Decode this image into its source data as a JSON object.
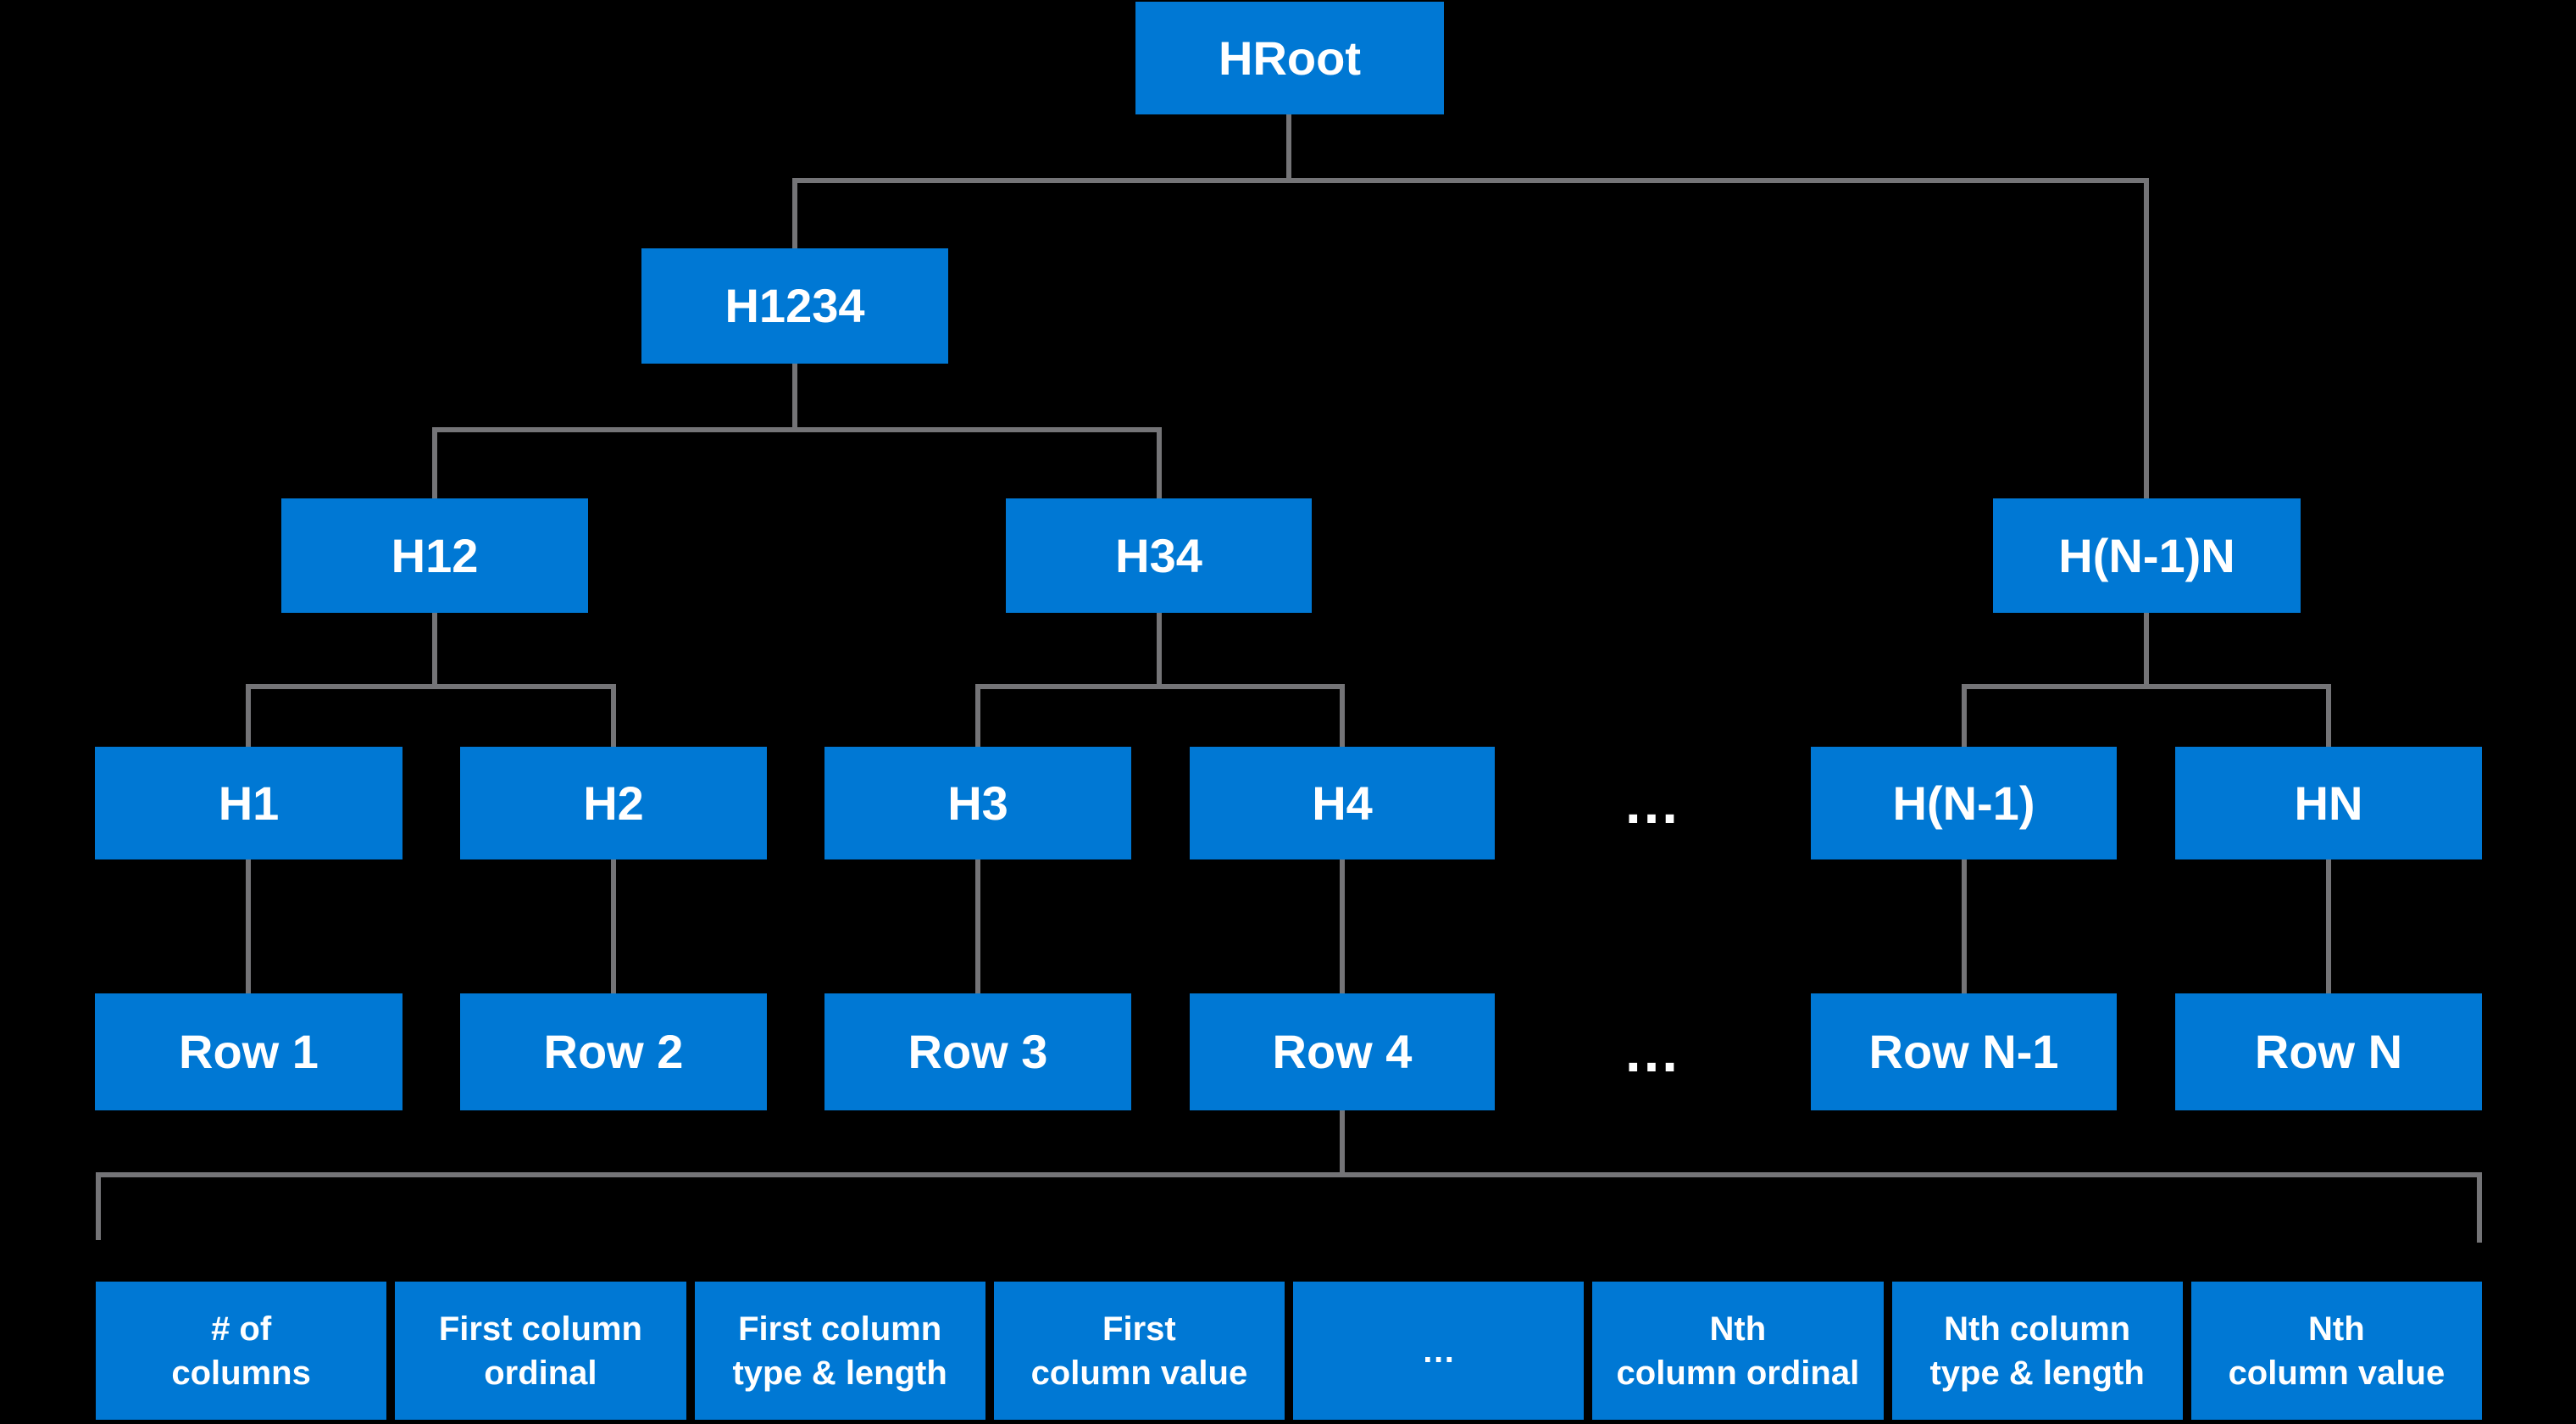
{
  "colors": {
    "background": "#000000",
    "node_fill": "#0078D4",
    "node_text": "#FFFFFF",
    "connector": "#747477"
  },
  "tree": {
    "hroot": "HRoot",
    "h1234": "H1234",
    "h12": "H12",
    "h34": "H34",
    "hn1n": "H(N-1)N",
    "h1": "H1",
    "h2": "H2",
    "h3": "H3",
    "h4": "H4",
    "h_ellipsis": "…",
    "hn1": "H(N-1)",
    "hn": "HN",
    "row1": "Row 1",
    "row2": "Row 2",
    "row3": "Row 3",
    "row4": "Row 4",
    "row_ellipsis": "…",
    "rown1": "Row N-1",
    "rown": "Row N"
  },
  "record": [
    {
      "l1": "# of",
      "l2": "columns"
    },
    {
      "l1": "First column",
      "l2": "ordinal"
    },
    {
      "l1": "First column",
      "l2": "type & length"
    },
    {
      "l1": "First",
      "l2": "column value"
    },
    {
      "l1": "…",
      "l2": ""
    },
    {
      "l1": "Nth",
      "l2": "column ordinal"
    },
    {
      "l1": "Nth column",
      "l2": "type & length"
    },
    {
      "l1": "Nth",
      "l2": "column value"
    }
  ]
}
